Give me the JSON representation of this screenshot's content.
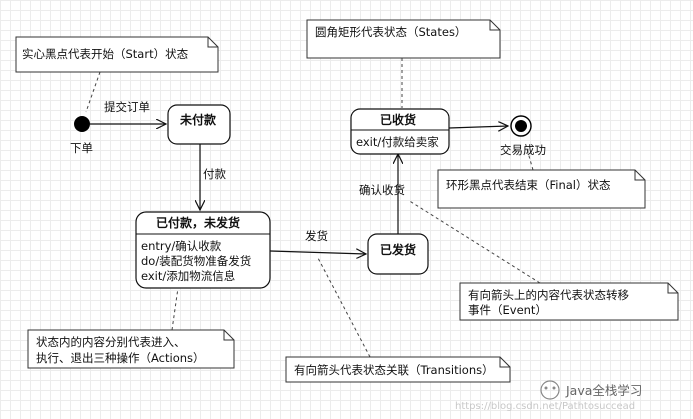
{
  "notes": {
    "start": "实心黑点代表开始（Start）状态",
    "states": "圆角矩形代表状态（States）",
    "final": "环形黑点代表结束（Final）状态",
    "event_line1": "有向箭头上的内容代表状态转移",
    "event_line2": "事件（Event）",
    "actions_line1": "状态内的内容分别代表进入、",
    "actions_line2": "执行、退出三种操作（Actions）",
    "transitions": "有向箭头代表状态关联（Transitions）"
  },
  "states": {
    "unpaid": "未付款",
    "paid_title": "已付款，未发货",
    "paid_entry": "entry/确认收款",
    "paid_do": "do/装配货物准备发货",
    "paid_exit": "exit/添加物流信息",
    "shipped": "已发货",
    "received_title": "已收货",
    "received_exit": "exit/付款给卖家"
  },
  "transitions": {
    "place_order": "提交订单",
    "start_label": "下单",
    "pay": "付款",
    "ship": "发货",
    "confirm": "确认收货",
    "final_label": "交易成功"
  },
  "watermark": {
    "brand": "Java全栈学习",
    "faint": "https://blog.csdn.net/Pathtosuccead"
  }
}
